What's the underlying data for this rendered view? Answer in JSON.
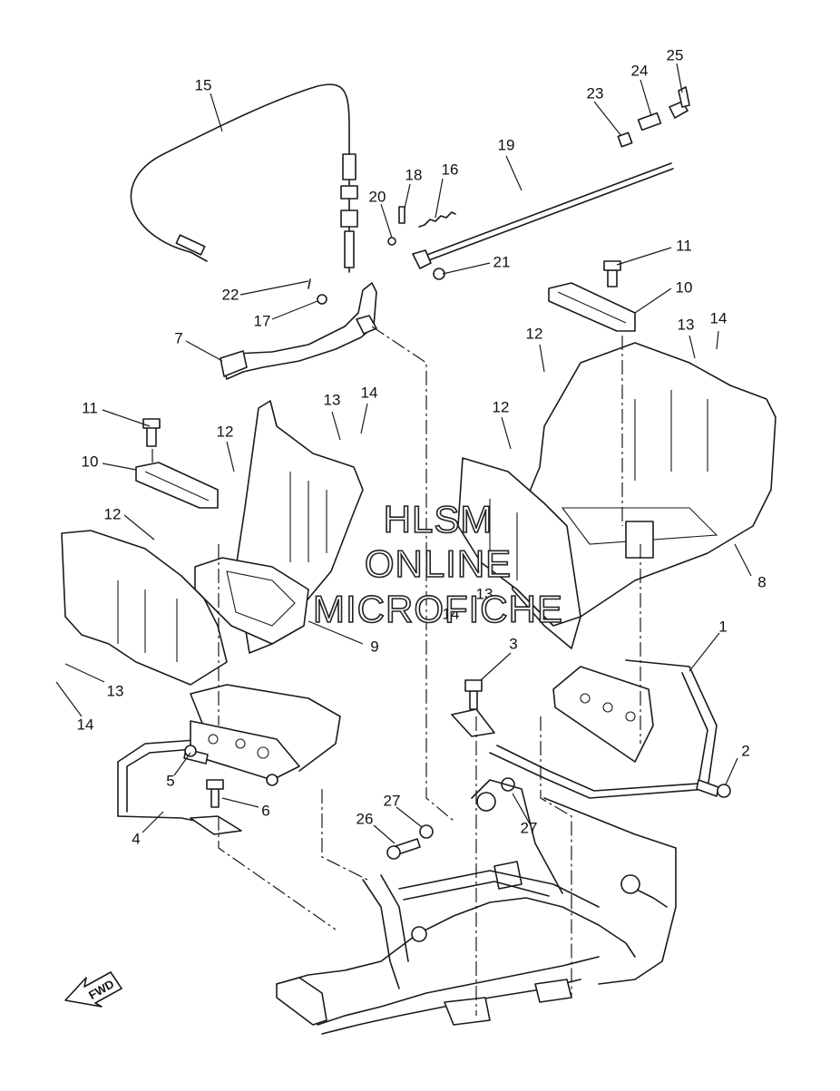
{
  "watermark": {
    "line1": "HLSM",
    "line2": "ONLINE",
    "line3": "MICROFICHE"
  },
  "fwd_label": "FWD",
  "callouts": {
    "c1": "1",
    "c2": "2",
    "c3": "3",
    "c4": "4",
    "c5": "5",
    "c6": "6",
    "c7": "7",
    "c8": "8",
    "c9": "9",
    "c10a": "10",
    "c10b": "10",
    "c11a": "11",
    "c11b": "11",
    "c12a": "12",
    "c12b": "12",
    "c12c": "12",
    "c12d": "12",
    "c13a": "13",
    "c13b": "13",
    "c13c": "13",
    "c13d": "13",
    "c14a": "14",
    "c14b": "14",
    "c14c": "14",
    "c14d": "14",
    "c15": "15",
    "c16": "16",
    "c17": "17",
    "c18": "18",
    "c19": "19",
    "c20": "20",
    "c21": "21",
    "c22": "22",
    "c23": "23",
    "c24": "24",
    "c25": "25",
    "c26": "26",
    "c27a": "27",
    "c27b": "27"
  }
}
